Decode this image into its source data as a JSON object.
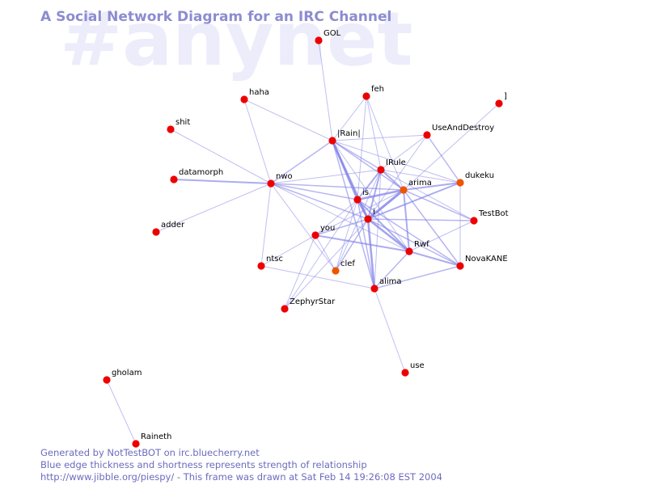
{
  "title": "A Social Network Diagram for an IRC Channel",
  "watermark": "#anynet",
  "footer": {
    "line1": "Generated by NotTestBOT on irc.bluecherry.net",
    "line2": "Blue edge thickness and shortness represents strength of relationship",
    "line3": "http://www.jibble.org/piespy/ - This frame was drawn at Sat Feb 14 19:26:08 EST 2004"
  },
  "colors": {
    "edge": "#8080e8",
    "node": "#ee0000",
    "node_alt": "#ee5500",
    "title": "#8c8cd0",
    "footer": "#6b6bbf",
    "watermark": "#ececfb"
  },
  "nodes": [
    {
      "id": "GOL",
      "label": "GOL"
    },
    {
      "id": "haha",
      "label": "haha"
    },
    {
      "id": "feh",
      "label": "feh"
    },
    {
      "id": "]",
      "label": "]"
    },
    {
      "id": "shit",
      "label": "shit"
    },
    {
      "id": "|Rain|",
      "label": "|Rain|"
    },
    {
      "id": "UseAndDestroy",
      "label": "UseAndDestroy"
    },
    {
      "id": "IRule",
      "label": "IRule"
    },
    {
      "id": "datamorph",
      "label": "datamorph"
    },
    {
      "id": "nwo",
      "label": "nwo"
    },
    {
      "id": "dukeku",
      "label": "dukeku",
      "color": "node_alt"
    },
    {
      "id": "arima",
      "label": "arima",
      "color": "node_alt"
    },
    {
      "id": "is",
      "label": "is"
    },
    {
      "id": "adder",
      "label": "adder"
    },
    {
      "id": "i",
      "label": "i"
    },
    {
      "id": "TestBot",
      "label": "TestBot"
    },
    {
      "id": "you",
      "label": "you"
    },
    {
      "id": "Rwf",
      "label": "Rwf"
    },
    {
      "id": "ntsc",
      "label": "ntsc"
    },
    {
      "id": "clef",
      "label": "clef",
      "color": "node_alt"
    },
    {
      "id": "NovaKANE",
      "label": "NovaKANE"
    },
    {
      "id": "alima",
      "label": "alima"
    },
    {
      "id": "ZephyrStar",
      "label": "ZephyrStar"
    },
    {
      "id": "use",
      "label": "use"
    },
    {
      "id": "gholam",
      "label": "gholam"
    },
    {
      "id": "Raineth",
      "label": "Raineth"
    }
  ],
  "edges": [
    [
      "GOL",
      "|Rain|",
      1
    ],
    [
      "haha",
      "nwo",
      1
    ],
    [
      "haha",
      "|Rain|",
      1
    ],
    [
      "feh",
      "|Rain|",
      1
    ],
    [
      "feh",
      "IRule",
      1
    ],
    [
      "feh",
      "is",
      1
    ],
    [
      "feh",
      "arima",
      1
    ],
    [
      "shit",
      "nwo",
      1
    ],
    [
      "datamorph",
      "nwo",
      2
    ],
    [
      "adder",
      "nwo",
      1
    ],
    [
      "nwo",
      "|Rain|",
      1.5
    ],
    [
      "nwo",
      "IRule",
      1
    ],
    [
      "nwo",
      "is",
      1.5
    ],
    [
      "nwo",
      "arima",
      1.5
    ],
    [
      "nwo",
      "i",
      1.5
    ],
    [
      "nwo",
      "Rwf",
      1
    ],
    [
      "nwo",
      "ntsc",
      1
    ],
    [
      "nwo",
      "clef",
      1
    ],
    [
      "|Rain|",
      "IRule",
      1.5
    ],
    [
      "|Rain|",
      "UseAndDestroy",
      1
    ],
    [
      "|Rain|",
      "is",
      2.5
    ],
    [
      "|Rain|",
      "i",
      2.5
    ],
    [
      "|Rain|",
      "arima",
      1.5
    ],
    [
      "|Rain|",
      "alima",
      1.5
    ],
    [
      "|Rain|",
      "dukeku",
      1
    ],
    [
      "|Rain|",
      "Rwf",
      1
    ],
    [
      "UseAndDestroy",
      "dukeku",
      1.5
    ],
    [
      "UseAndDestroy",
      "i",
      1
    ],
    [
      "UseAndDestroy",
      "IRule",
      1
    ],
    [
      "]",
      "arima",
      1
    ],
    [
      "IRule",
      "is",
      2
    ],
    [
      "IRule",
      "i",
      2
    ],
    [
      "IRule",
      "arima",
      2
    ],
    [
      "IRule",
      "dukeku",
      1
    ],
    [
      "IRule",
      "TestBot",
      1
    ],
    [
      "IRule",
      "clef",
      1
    ],
    [
      "IRule",
      "alima",
      1
    ],
    [
      "is",
      "arima",
      2.5
    ],
    [
      "is",
      "i",
      2.5
    ],
    [
      "is",
      "Rwf",
      2
    ],
    [
      "is",
      "NovaKANE",
      1.5
    ],
    [
      "is",
      "you",
      1
    ],
    [
      "is",
      "alima",
      1.5
    ],
    [
      "is",
      "ZephyrStar",
      1
    ],
    [
      "is",
      "clef",
      1
    ],
    [
      "arima",
      "i",
      3
    ],
    [
      "arima",
      "dukeku",
      2
    ],
    [
      "arima",
      "TestBot",
      1.5
    ],
    [
      "arima",
      "Rwf",
      2
    ],
    [
      "arima",
      "NovaKANE",
      1.5
    ],
    [
      "arima",
      "you",
      1
    ],
    [
      "i",
      "Rwf",
      2.5
    ],
    [
      "i",
      "alima",
      2.5
    ],
    [
      "i",
      "TestBot",
      1.5
    ],
    [
      "i",
      "dukeku",
      2
    ],
    [
      "i",
      "you",
      1.5
    ],
    [
      "i",
      "clef",
      1.5
    ],
    [
      "i",
      "NovaKANE",
      1.5
    ],
    [
      "i",
      "ZephyrStar",
      1
    ],
    [
      "you",
      "Rwf",
      2
    ],
    [
      "you",
      "clef",
      1
    ],
    [
      "you",
      "ntsc",
      1
    ],
    [
      "you",
      "ZephyrStar",
      1
    ],
    [
      "Rwf",
      "NovaKANE",
      2
    ],
    [
      "Rwf",
      "alima",
      1.5
    ],
    [
      "Rwf",
      "TestBot",
      1
    ],
    [
      "NovaKANE",
      "alima",
      1.5
    ],
    [
      "NovaKANE",
      "dukeku",
      1
    ],
    [
      "ntsc",
      "alima",
      1
    ],
    [
      "alima",
      "use",
      1
    ],
    [
      "gholam",
      "Raineth",
      1
    ]
  ]
}
